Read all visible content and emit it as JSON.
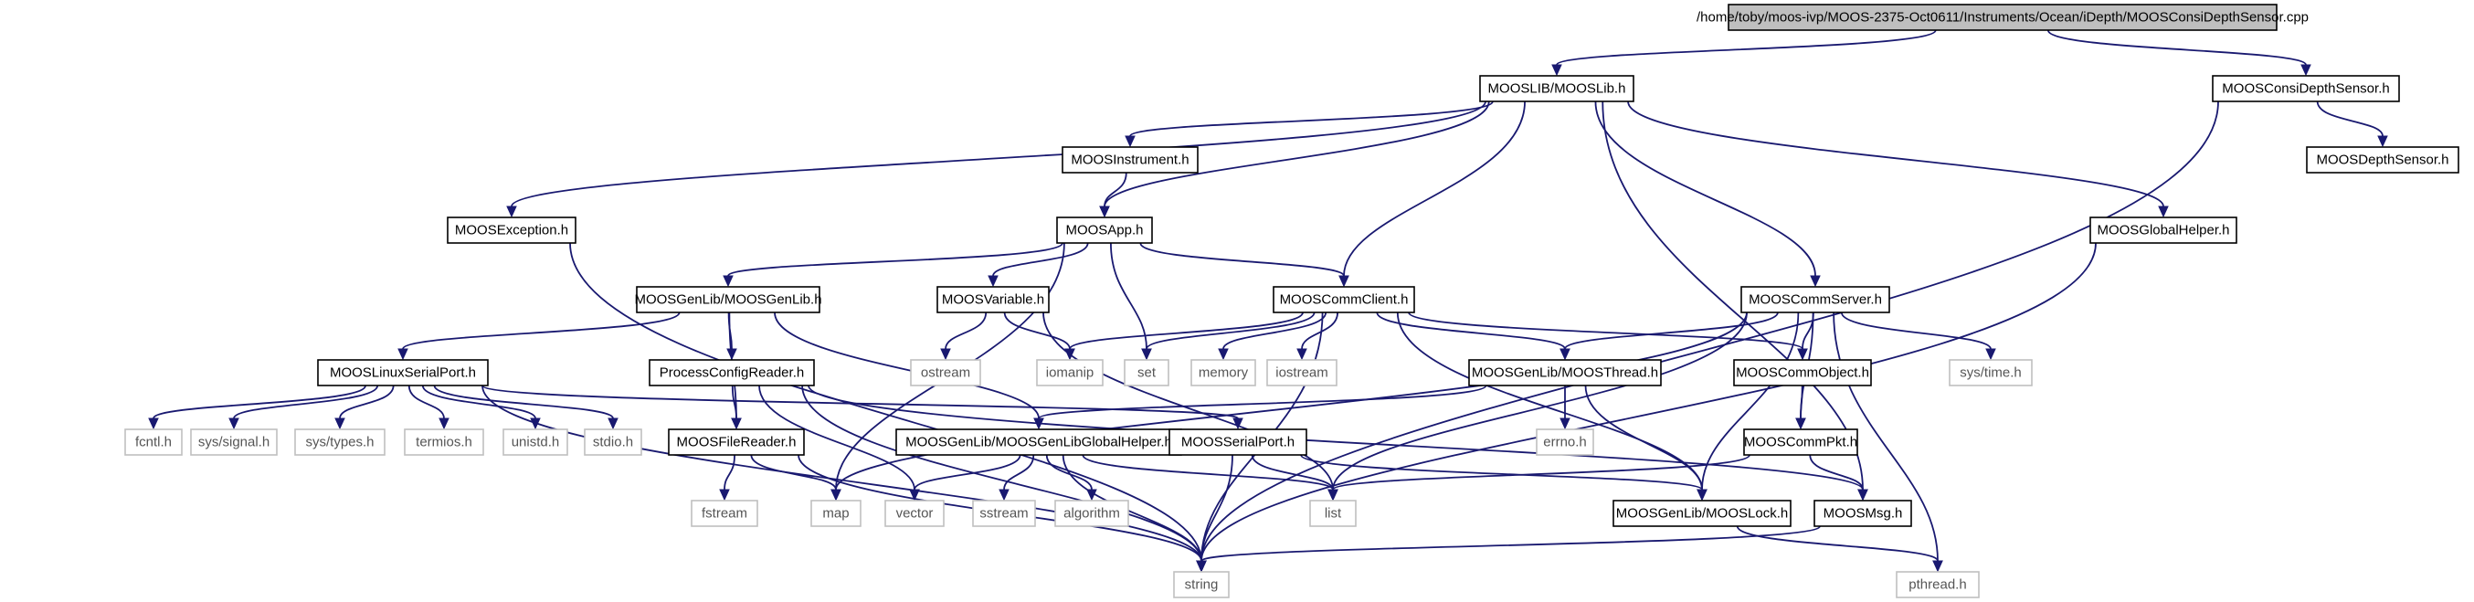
{
  "graph": {
    "nodes": [
      {
        "id": "root",
        "label": "/home/toby/moos-ivp/MOOS-2375-Oct0611/Instruments/Ocean/iDepth/MOOSConsiDepthSensor.cpp",
        "kind": "root"
      },
      {
        "id": "mooslib",
        "label": "MOOSLIB/MOOSLib.h",
        "kind": "local"
      },
      {
        "id": "consisensor",
        "label": "MOOSConsiDepthSensor.h",
        "kind": "local"
      },
      {
        "id": "depthsensor",
        "label": "MOOSDepthSensor.h",
        "kind": "local"
      },
      {
        "id": "instrument",
        "label": "MOOSInstrument.h",
        "kind": "local"
      },
      {
        "id": "exception",
        "label": "MOOSException.h",
        "kind": "local"
      },
      {
        "id": "app",
        "label": "MOOSApp.h",
        "kind": "local"
      },
      {
        "id": "globalhelper",
        "label": "MOOSGlobalHelper.h",
        "kind": "local"
      },
      {
        "id": "genlib",
        "label": "MOOSGenLib/MOOSGenLib.h",
        "kind": "local"
      },
      {
        "id": "variable",
        "label": "MOOSVariable.h",
        "kind": "local"
      },
      {
        "id": "commclient",
        "label": "MOOSCommClient.h",
        "kind": "local"
      },
      {
        "id": "commserver",
        "label": "MOOSCommServer.h",
        "kind": "local"
      },
      {
        "id": "linuxserial",
        "label": "MOOSLinuxSerialPort.h",
        "kind": "local"
      },
      {
        "id": "processconfig",
        "label": "ProcessConfigReader.h",
        "kind": "local"
      },
      {
        "id": "ostream",
        "label": "ostream",
        "kind": "system"
      },
      {
        "id": "iomanip",
        "label": "iomanip",
        "kind": "system"
      },
      {
        "id": "set",
        "label": "set",
        "kind": "system"
      },
      {
        "id": "memory",
        "label": "memory",
        "kind": "system"
      },
      {
        "id": "iostream",
        "label": "iostream",
        "kind": "system"
      },
      {
        "id": "thread",
        "label": "MOOSGenLib/MOOSThread.h",
        "kind": "local"
      },
      {
        "id": "commobject",
        "label": "MOOSCommObject.h",
        "kind": "local"
      },
      {
        "id": "systime",
        "label": "sys/time.h",
        "kind": "system"
      },
      {
        "id": "fcntl",
        "label": "fcntl.h",
        "kind": "system"
      },
      {
        "id": "syssignal",
        "label": "sys/signal.h",
        "kind": "system"
      },
      {
        "id": "systypes",
        "label": "sys/types.h",
        "kind": "system"
      },
      {
        "id": "termios",
        "label": "termios.h",
        "kind": "system"
      },
      {
        "id": "unistd",
        "label": "unistd.h",
        "kind": "system"
      },
      {
        "id": "stdio",
        "label": "stdio.h",
        "kind": "system"
      },
      {
        "id": "filereader",
        "label": "MOOSFileReader.h",
        "kind": "local"
      },
      {
        "id": "genlibglobal",
        "label": "MOOSGenLib/MOOSGenLibGlobalHelper.h",
        "kind": "local"
      },
      {
        "id": "serialport",
        "label": "MOOSSerialPort.h",
        "kind": "local"
      },
      {
        "id": "errno",
        "label": "errno.h",
        "kind": "system"
      },
      {
        "id": "commpkt",
        "label": "MOOSCommPkt.h",
        "kind": "local"
      },
      {
        "id": "fstream",
        "label": "fstream",
        "kind": "system"
      },
      {
        "id": "map",
        "label": "map",
        "kind": "system"
      },
      {
        "id": "vector",
        "label": "vector",
        "kind": "system"
      },
      {
        "id": "sstream",
        "label": "sstream",
        "kind": "system"
      },
      {
        "id": "algorithm",
        "label": "algorithm",
        "kind": "system"
      },
      {
        "id": "list",
        "label": "list",
        "kind": "system"
      },
      {
        "id": "lock",
        "label": "MOOSGenLib/MOOSLock.h",
        "kind": "local"
      },
      {
        "id": "msg",
        "label": "MOOSMsg.h",
        "kind": "local"
      },
      {
        "id": "string",
        "label": "string",
        "kind": "system"
      },
      {
        "id": "pthread",
        "label": "pthread.h",
        "kind": "system"
      }
    ],
    "edges": [
      [
        "root",
        "mooslib"
      ],
      [
        "root",
        "consisensor"
      ],
      [
        "consisensor",
        "depthsensor"
      ],
      [
        "consisensor",
        "string"
      ],
      [
        "mooslib",
        "instrument"
      ],
      [
        "mooslib",
        "exception"
      ],
      [
        "mooslib",
        "app"
      ],
      [
        "mooslib",
        "globalhelper"
      ],
      [
        "mooslib",
        "commclient"
      ],
      [
        "mooslib",
        "commserver"
      ],
      [
        "mooslib",
        "msg"
      ],
      [
        "instrument",
        "app"
      ],
      [
        "exception",
        "string"
      ],
      [
        "globalhelper",
        "string"
      ],
      [
        "app",
        "genlib"
      ],
      [
        "app",
        "variable"
      ],
      [
        "app",
        "commclient"
      ],
      [
        "app",
        "set"
      ],
      [
        "app",
        "map"
      ],
      [
        "genlib",
        "linuxserial"
      ],
      [
        "genlib",
        "processconfig"
      ],
      [
        "genlib",
        "filereader"
      ],
      [
        "genlib",
        "genlibglobal"
      ],
      [
        "variable",
        "ostream"
      ],
      [
        "variable",
        "iomanip"
      ],
      [
        "variable",
        "list"
      ],
      [
        "commclient",
        "iomanip"
      ],
      [
        "commclient",
        "set"
      ],
      [
        "commclient",
        "memory"
      ],
      [
        "commclient",
        "iostream"
      ],
      [
        "commclient",
        "thread"
      ],
      [
        "commclient",
        "commobject"
      ],
      [
        "commclient",
        "lock"
      ],
      [
        "commclient",
        "string"
      ],
      [
        "commserver",
        "thread"
      ],
      [
        "commserver",
        "commobject"
      ],
      [
        "commserver",
        "systime"
      ],
      [
        "commserver",
        "commpkt"
      ],
      [
        "commserver",
        "map"
      ],
      [
        "commserver",
        "list"
      ],
      [
        "commserver",
        "lock"
      ],
      [
        "commserver",
        "pthread"
      ],
      [
        "linuxserial",
        "fcntl"
      ],
      [
        "linuxserial",
        "syssignal"
      ],
      [
        "linuxserial",
        "systypes"
      ],
      [
        "linuxserial",
        "termios"
      ],
      [
        "linuxserial",
        "unistd"
      ],
      [
        "linuxserial",
        "stdio"
      ],
      [
        "linuxserial",
        "serialport"
      ],
      [
        "linuxserial",
        "string"
      ],
      [
        "processconfig",
        "filereader"
      ],
      [
        "processconfig",
        "vector"
      ],
      [
        "processconfig",
        "msg"
      ],
      [
        "processconfig",
        "string"
      ],
      [
        "thread",
        "errno"
      ],
      [
        "thread",
        "genlibglobal"
      ],
      [
        "thread",
        "lock"
      ],
      [
        "commobject",
        "commpkt"
      ],
      [
        "commpkt",
        "list"
      ],
      [
        "commpkt",
        "msg"
      ],
      [
        "filereader",
        "fstream"
      ],
      [
        "filereader",
        "map"
      ],
      [
        "filereader",
        "string"
      ],
      [
        "genlibglobal",
        "vector"
      ],
      [
        "genlibglobal",
        "sstream"
      ],
      [
        "genlibglobal",
        "algorithm"
      ],
      [
        "genlibglobal",
        "list"
      ],
      [
        "genlibglobal",
        "string"
      ],
      [
        "serialport",
        "list"
      ],
      [
        "serialport",
        "lock"
      ],
      [
        "serialport",
        "string"
      ],
      [
        "lock",
        "pthread"
      ],
      [
        "msg",
        "string"
      ]
    ]
  }
}
